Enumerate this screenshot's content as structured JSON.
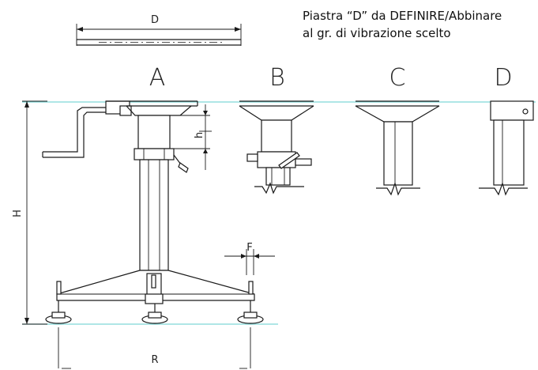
{
  "note": {
    "line1": "Piastra “D” da DEFINIRE/Abbinare",
    "line2": "al gr. di vibrazione scelto"
  },
  "labels": {
    "top_plate": "D",
    "variant_a": "A",
    "variant_b": "B",
    "variant_c": "C",
    "variant_d": "D",
    "height": "H",
    "stroke": "h",
    "foot": "F",
    "base": "R"
  },
  "colors": {
    "reference_line": "#7fd8d8",
    "stroke": "#1a1a1a"
  }
}
